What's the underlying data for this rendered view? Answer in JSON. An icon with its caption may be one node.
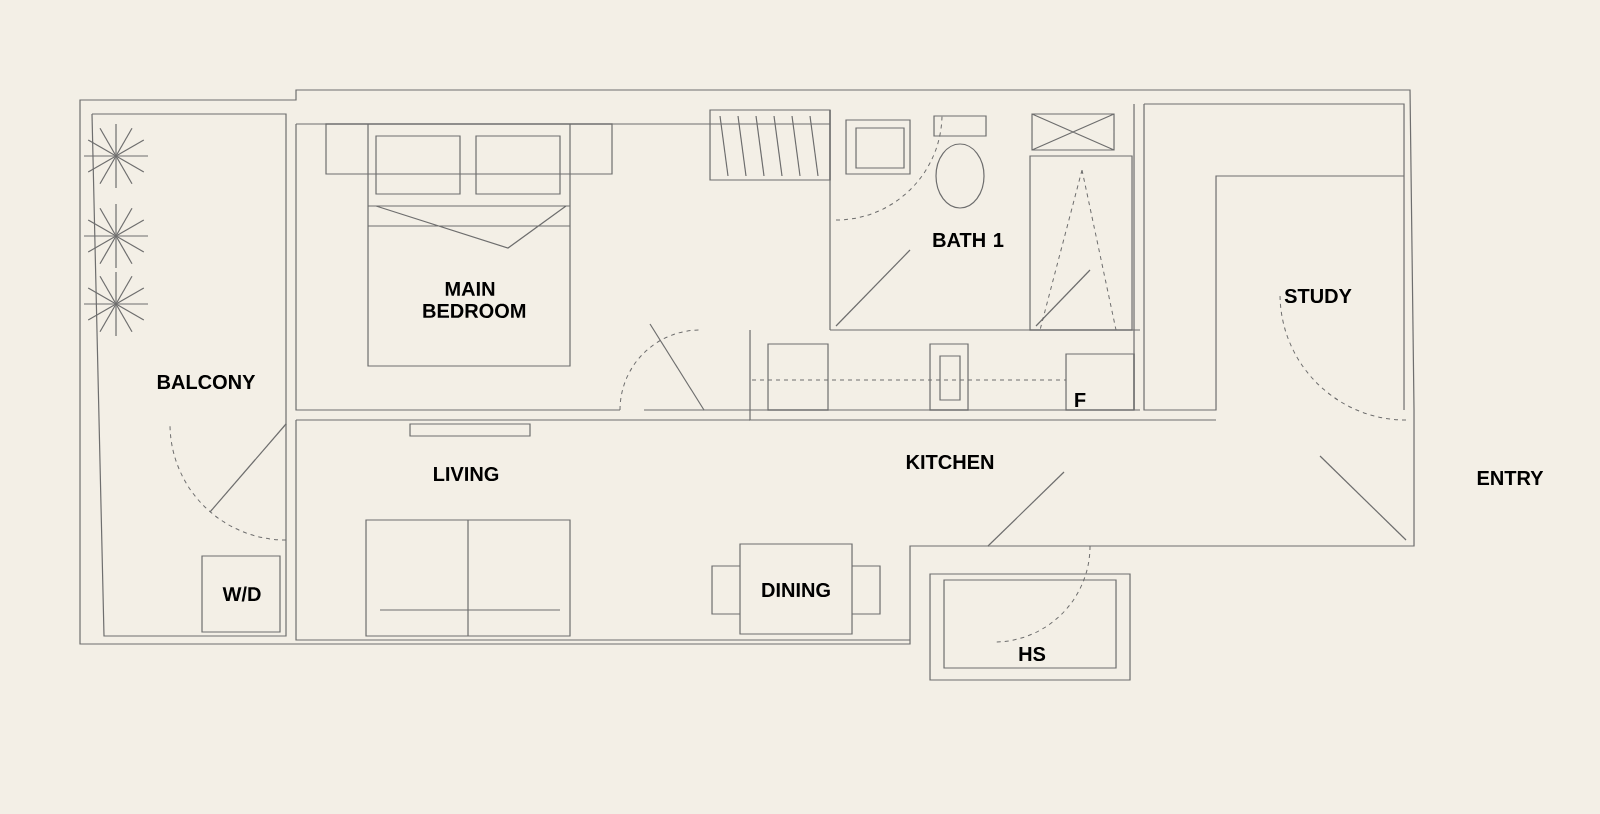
{
  "diagram": {
    "labels": [
      "MAIN BEDROOM",
      "BATH 1",
      "STUDY",
      "BALCONY",
      "F",
      "LIVING",
      "KITCHEN",
      "ENTRY",
      "W/D",
      "DINING",
      "HS"
    ]
  }
}
